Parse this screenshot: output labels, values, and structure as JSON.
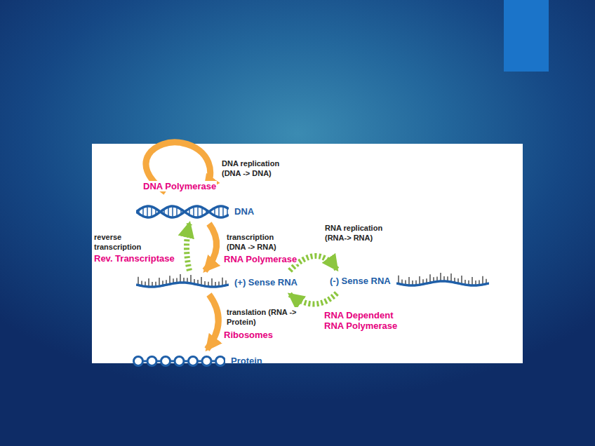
{
  "diagram": {
    "nodes": [
      {
        "text": [
          "DNA"
        ]
      },
      {
        "text": [
          "(+) Sense RNA"
        ]
      },
      {
        "text": [
          "(-) Sense RNA"
        ]
      },
      {
        "text": [
          "Protein"
        ]
      }
    ],
    "edges": [
      {
        "from": 0,
        "to": 1,
        "arrow": "to",
        "label": "transcription (DNA -> RNA)"
      },
      {
        "from": 1,
        "to": 0,
        "arrow": "to",
        "label": "reverse transcription"
      },
      {
        "from": 1,
        "to": 3,
        "arrow": "to",
        "label": "translation (RNA -> Protein)"
      },
      {
        "from": 1,
        "to": 2,
        "arrow": "to",
        "label": "RNA replication (RNA-> RNA)"
      },
      {
        "from": 2,
        "to": 1,
        "arrow": "to"
      }
    ],
    "labels": [
      "DNA replication (DNA -> DNA)",
      "DNA Polymerase",
      "Rev. Transcriptase",
      "RNA Polymerase",
      "RNA Dependent RNA Polymerase",
      "Ribosomes"
    ]
  }
}
